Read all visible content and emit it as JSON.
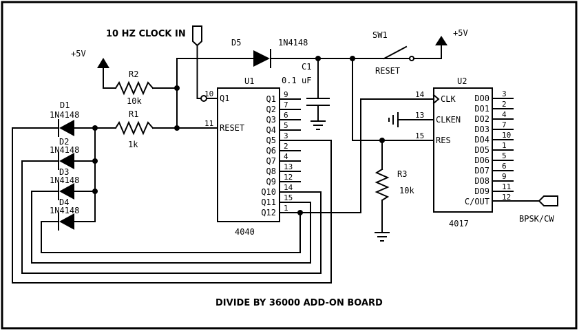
{
  "title": "DIVIDE BY 36000 ADD-ON BOARD",
  "clock_label": "10 HZ CLOCK IN",
  "output_label": "BPSK/CW",
  "supply": {
    "left": "+5V",
    "right": "+5V"
  },
  "components": {
    "D5": {
      "ref": "D5",
      "part": "1N4148"
    },
    "SW1": {
      "ref": "SW1",
      "label": "RESET"
    },
    "C1": {
      "ref": "C1",
      "value_line1": "0.1",
      "value_line2": "uF"
    },
    "R2": {
      "ref": "R2",
      "value": "10k"
    },
    "R1": {
      "ref": "R1",
      "value": "1k"
    },
    "R3": {
      "ref": "R3",
      "value": "10k"
    },
    "D1": {
      "ref": "D1",
      "part": "1N4148"
    },
    "D2": {
      "ref": "D2",
      "part": "1N4148"
    },
    "D3": {
      "ref": "D3",
      "part": "1N4148"
    },
    "D4": {
      "ref": "D4",
      "part": "1N4148"
    },
    "U1": {
      "ref": "U1",
      "part": "4040",
      "inputs": [
        {
          "name": "Q1",
          "pin": "10"
        },
        {
          "name": "RESET",
          "pin": "11"
        }
      ],
      "outputs": [
        {
          "name": "Q1",
          "pin": "9"
        },
        {
          "name": "Q2",
          "pin": "7"
        },
        {
          "name": "Q3",
          "pin": "6"
        },
        {
          "name": "Q4",
          "pin": "5"
        },
        {
          "name": "Q5",
          "pin": "3"
        },
        {
          "name": "Q6",
          "pin": "2"
        },
        {
          "name": "Q7",
          "pin": "4"
        },
        {
          "name": "Q8",
          "pin": "13"
        },
        {
          "name": "Q9",
          "pin": "12"
        },
        {
          "name": "Q10",
          "pin": "14"
        },
        {
          "name": "Q11",
          "pin": "15"
        },
        {
          "name": "Q12",
          "pin": "1"
        }
      ]
    },
    "U2": {
      "ref": "U2",
      "part": "4017",
      "inputs": [
        {
          "name": "CLK",
          "pin": "14"
        },
        {
          "name": "CLKEN",
          "pin": "13"
        },
        {
          "name": "RES",
          "pin": "15"
        }
      ],
      "outputs": [
        {
          "name": "DO0",
          "pin": "3"
        },
        {
          "name": "DO1",
          "pin": "2"
        },
        {
          "name": "DO2",
          "pin": "4"
        },
        {
          "name": "DO3",
          "pin": "7"
        },
        {
          "name": "DO4",
          "pin": "10"
        },
        {
          "name": "DO5",
          "pin": "1"
        },
        {
          "name": "DO6",
          "pin": "5"
        },
        {
          "name": "DO7",
          "pin": "6"
        },
        {
          "name": "DO8",
          "pin": "9"
        },
        {
          "name": "DO9",
          "pin": "11"
        },
        {
          "name": "C/OUT",
          "pin": "12"
        }
      ]
    }
  }
}
